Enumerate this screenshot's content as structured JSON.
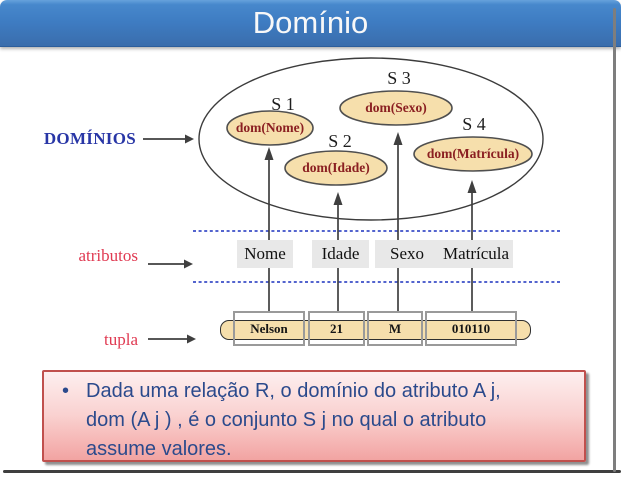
{
  "slide": {
    "title": "Domínio"
  },
  "diagram": {
    "domains_label": "DOMÍNIOS",
    "sets": [
      {
        "name": "S 1",
        "label": "dom(Nome)"
      },
      {
        "name": "S 2",
        "label": "dom(Idade)"
      },
      {
        "name": "S 3",
        "label": "dom(Sexo)"
      },
      {
        "name": "S 4",
        "label": "dom(Matrícula)"
      }
    ],
    "attributes_label": "atributos",
    "attributes": [
      "Nome",
      "Idade",
      "Sexo",
      "Matrícula"
    ],
    "tuple_label": "tupla",
    "tuple_values": [
      "Nelson",
      "21",
      "M",
      "010110"
    ]
  },
  "note": {
    "bullet": "•",
    "lines": [
      "Dada uma relação R, o domínio do atributo A j,",
      "dom (A j ) , é o conjunto S j no qual o atributo",
      "assume valores."
    ]
  },
  "colors": {
    "title_gradient_top": "#4788CC",
    "title_gradient_bottom": "#3A6DAC",
    "set_ellipse_fill": "#F6DFAC",
    "set_label_text": "#8B2022",
    "domains_label_text": "#2836A6",
    "side_label_text": "#E03A52",
    "dashed_line": "#3B4EC8",
    "note_border": "#C0504D",
    "note_text": "#2B4A8C"
  }
}
